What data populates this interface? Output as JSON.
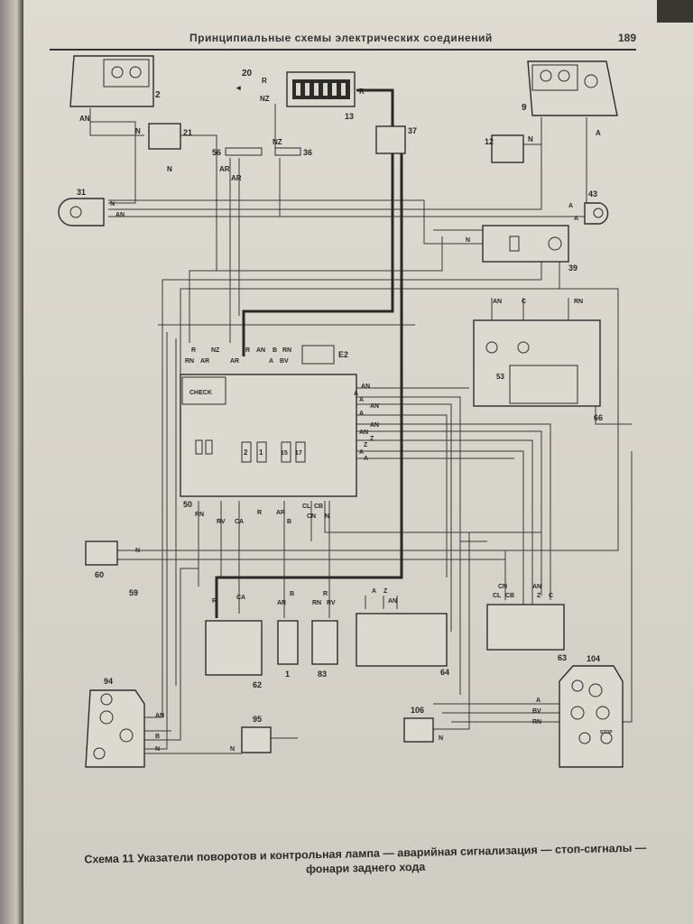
{
  "header": {
    "title": "Принципиальные схемы электрических соединений",
    "page_number": "189"
  },
  "caption": {
    "line1": "Схема 11 Указатели поворотов и контрольная лампа — аварийная сигнализация — стоп-сигналы —",
    "line2": "фонари заднего хода"
  },
  "components": {
    "c2": "2",
    "c20": "20",
    "c13": "13",
    "c37": "37",
    "c9": "9",
    "c21": "21",
    "c12": "12",
    "c56": "56",
    "c36": "36",
    "c31": "31",
    "c43": "43",
    "c39": "39",
    "c66": "66",
    "c53": "53",
    "c50": "50",
    "e2": "E2",
    "check": "CHECK",
    "c60": "60",
    "c59": "59",
    "c62": "62",
    "c1": "1",
    "c83": "83",
    "c64": "64",
    "c63": "63",
    "c94": "94",
    "c95": "95",
    "c106": "106",
    "c104": "104",
    "f2": "2",
    "f1": "1",
    "f15": "15",
    "f17": "17"
  },
  "wires": {
    "an1": "AN",
    "n1": "N",
    "n2": "N",
    "nz1": "NZ",
    "r1": "R",
    "r2": "R",
    "nz2": "NZ",
    "ar1": "AR",
    "ar2": "AR",
    "n31a": "N",
    "n31b": "AN",
    "a43a": "A",
    "a43b": "A",
    "n12": "N",
    "a9": "A",
    "n39": "N",
    "rn": "RN",
    "ar3": "AR",
    "nz3": "NZ",
    "r3": "R",
    "ar4": "AR",
    "an2": "AN",
    "b1": "B",
    "rn2": "RN",
    "r4": "R",
    "a1": "A",
    "bv": "BV",
    "an3": "AN",
    "a2": "A",
    "a3": "A",
    "an4": "AN",
    "a4": "A",
    "an5": "AN",
    "an6": "AN",
    "z1": "Z",
    "z2": "Z",
    "a5": "A",
    "a6": "A",
    "rn3": "RN",
    "rv": "RV",
    "ca": "CA",
    "r5": "R",
    "ar5": "AR",
    "b2": "B",
    "cl": "CL",
    "cb": "CB",
    "cn": "CN",
    "n3": "N",
    "n60": "N",
    "r62": "R",
    "ca2": "CA",
    "ar6": "AR",
    "b3": "B",
    "rn4": "RN",
    "rv2": "RV",
    "r6": "R",
    "a7": "A",
    "z3": "Z",
    "an7": "AN",
    "cn2": "CN",
    "cl2": "CL",
    "cb2": "CB",
    "an8": "AN",
    "z4": "Z",
    "c": "C",
    "an9": "AN",
    "b4": "B",
    "n94": "N",
    "n95": "N",
    "a104": "A",
    "bv2": "BV",
    "rn5": "RN",
    "n106": "N",
    "an66": "AN",
    "c66": "C",
    "rn66": "RN",
    "stop": "STOP"
  }
}
